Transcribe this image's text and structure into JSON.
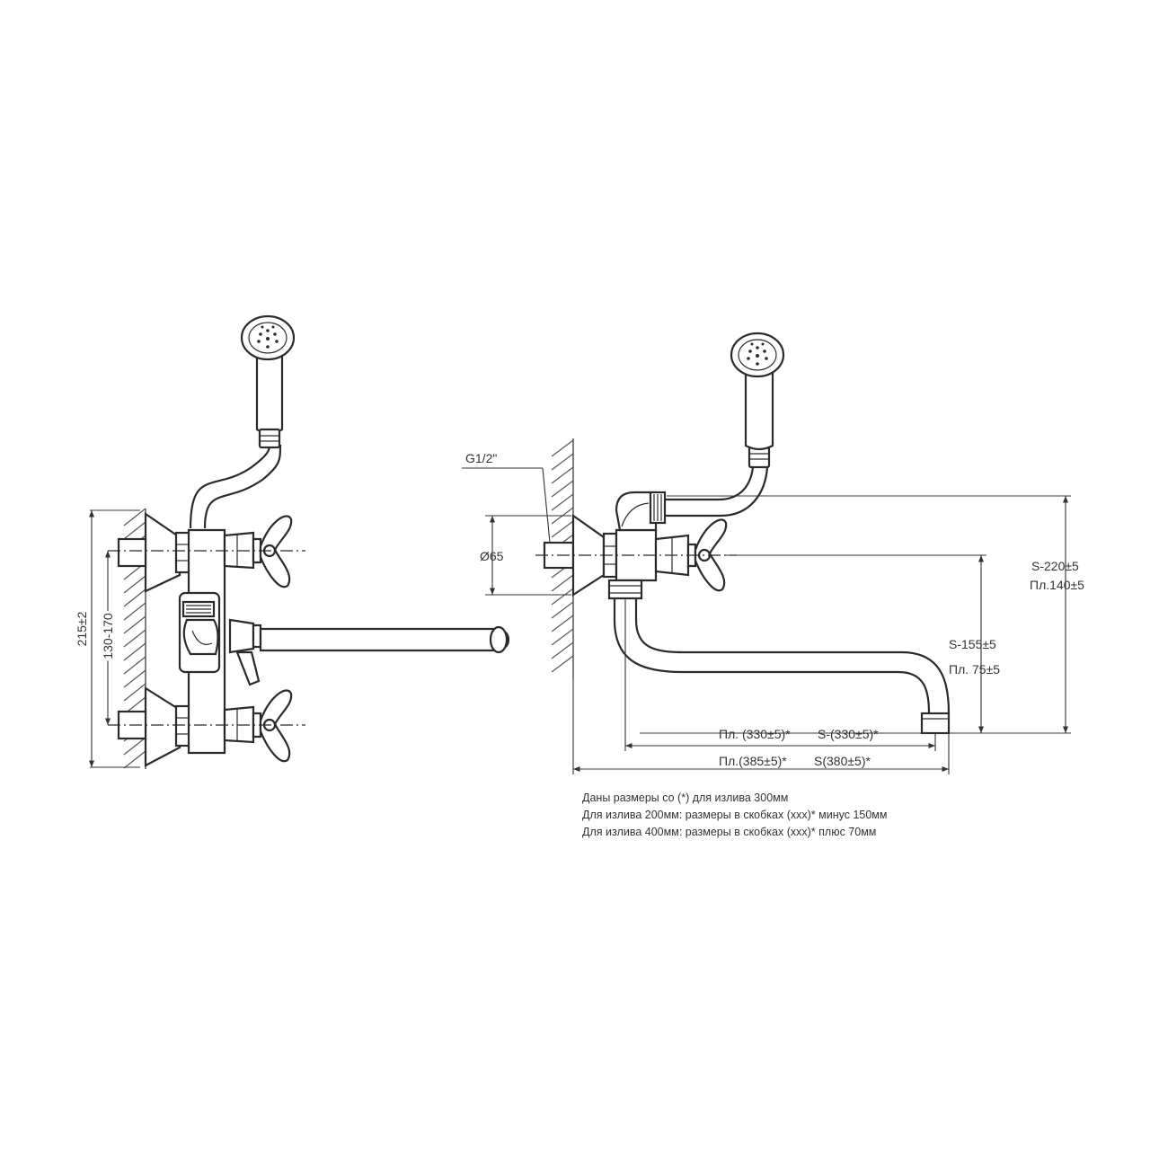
{
  "labels": {
    "thread": "G1/2\"",
    "diameter": "Ø65",
    "height_total": "215±2",
    "spacing": "130-170",
    "height_s_shower": "S-220±5",
    "height_pl_shower": "Пл.140±5",
    "height_s_spout": "S-155±5",
    "height_pl_spout": "Пл. 75±5",
    "reach_pl_spout": "Пл. (330±5)*",
    "reach_s_spout": "S-(330±5)*",
    "reach_pl_total": "Пл.(385±5)*",
    "reach_s_total": "S(380±5)*"
  },
  "notes": [
    "Даны размеры со (*) для излива 300мм",
    "Для излива 200мм: размеры в скобках (ххх)* минус 150мм",
    "Для излива 400мм: размеры в скобках (ххх)* плюс 70мм"
  ]
}
